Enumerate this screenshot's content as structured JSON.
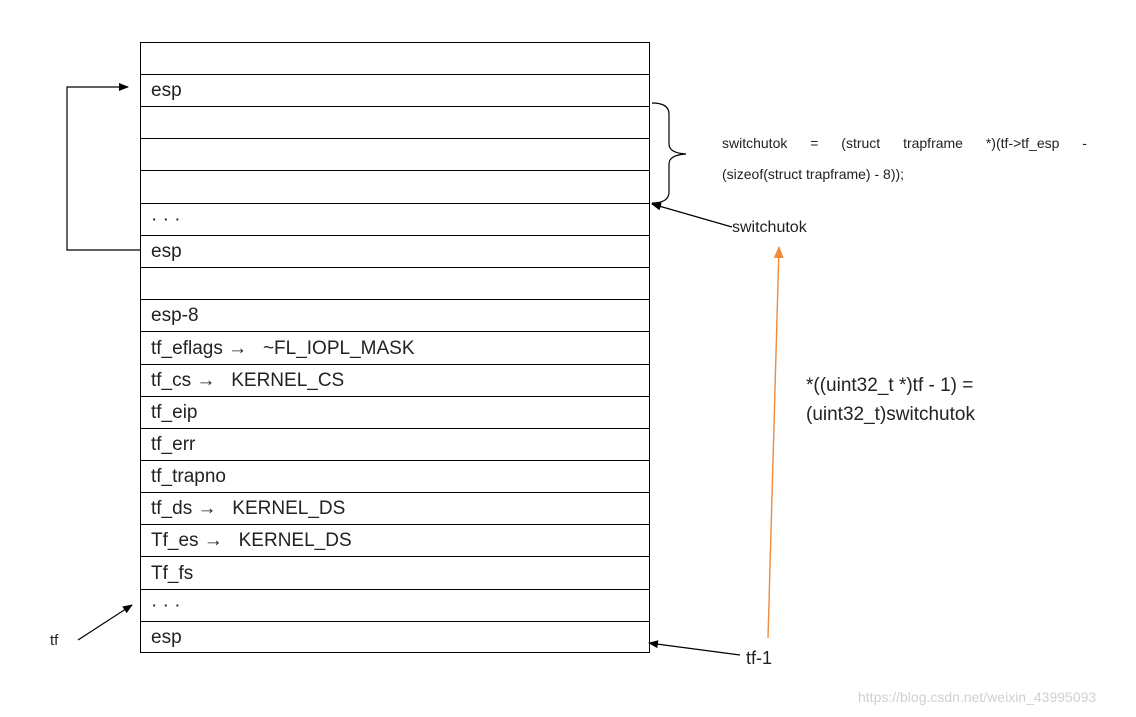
{
  "stack_cells": [
    "",
    "esp",
    "",
    "",
    "",
    "· · ·",
    "esp",
    "",
    "esp-8",
    "tf_eflags →   ~FL_IOPL_MASK",
    "tf_cs →   KERNEL_CS",
    "tf_eip",
    "tf_err",
    "tf_trapno",
    "tf_ds →   KERNEL_DS",
    "Tf_es →   KERNEL_DS",
    "Tf_fs",
    "· · ·",
    "esp"
  ],
  "labels": {
    "switchutok": "switchutok",
    "tf": "tf",
    "tf_minus_1": "tf-1"
  },
  "code": {
    "switchutok_line1": [
      "switchutok",
      "=",
      "(struct",
      "trapframe",
      "*)(tf->tf_esp",
      "-"
    ],
    "switchutok_line2": "(sizeof(struct trapframe) - 8));",
    "assign_line1": "*((uint32_t *)tf - 1) =",
    "assign_line2": "(uint32_t)switchutok"
  },
  "watermark": "https://blog.csdn.net/weixin_43995093",
  "colors": {
    "line": "#000000",
    "highlight_arrow": "#f08a3c",
    "watermark": "#d0d0d0"
  }
}
